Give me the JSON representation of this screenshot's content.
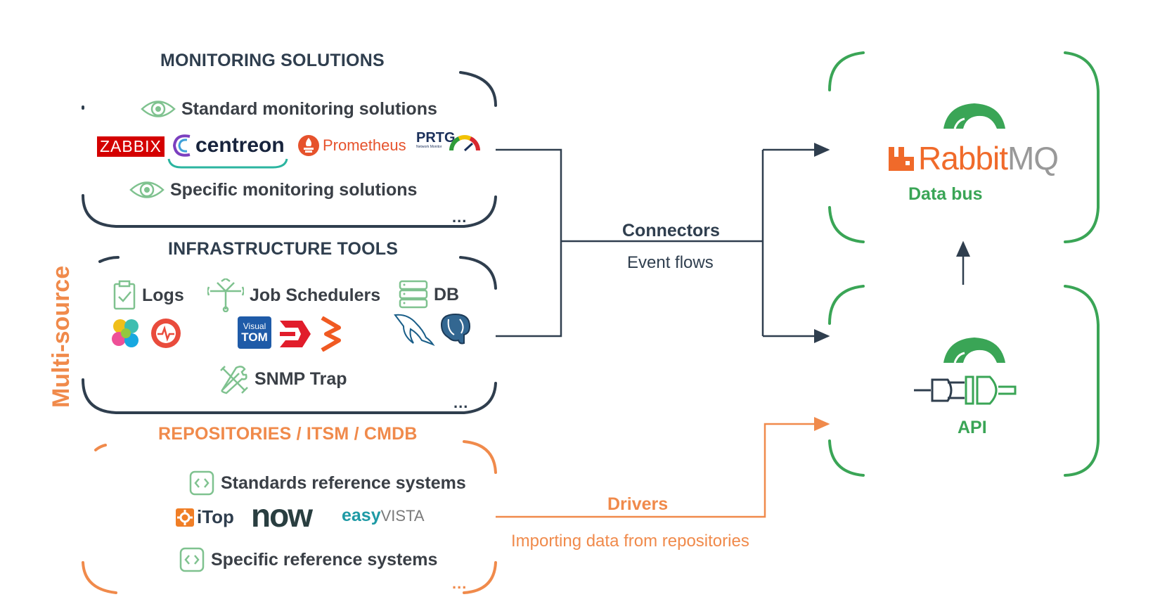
{
  "side_label": "Multi-source",
  "monitoring": {
    "title": "MONITORING SOLUTIONS",
    "standard": "Standard monitoring solutions",
    "specific": "Specific monitoring solutions",
    "more": "...",
    "logos": {
      "zabbix": "ZABBIX",
      "centreon": "centreon",
      "prometheus": "Prometheus",
      "prtg": "PRTG",
      "prtg_sub": "Network Monitor"
    }
  },
  "infrastructure": {
    "title": "INFRASTRUCTURE TOOLS",
    "logs": "Logs",
    "job_schedulers": "Job Schedulers",
    "db": "DB",
    "snmp": "SNMP Trap",
    "more": "...",
    "visual_tom_1": "Visual",
    "visual_tom_2": "TOM"
  },
  "repositories": {
    "title": "REPOSITORIES / ITSM / CMDB",
    "standard": "Standards reference systems",
    "specific": "Specific reference systems",
    "more": "...",
    "logos": {
      "itop": "iTop",
      "now": "now",
      "easy": "easy",
      "vista": "VISTA"
    }
  },
  "connectors": {
    "label": "Connectors",
    "sub": "Event flows"
  },
  "drivers": {
    "label": "Drivers",
    "sub": "Importing data from repositories"
  },
  "data_bus": {
    "rabbit": "Rabbit",
    "mq": "MQ",
    "label": "Data bus"
  },
  "api": {
    "label": "API"
  },
  "colors": {
    "navy": "#2f3e4e",
    "orange": "#f08a4b",
    "green": "#3aa556",
    "rabbit_orange": "#f06a2a",
    "zabbix_red": "#d40000"
  }
}
